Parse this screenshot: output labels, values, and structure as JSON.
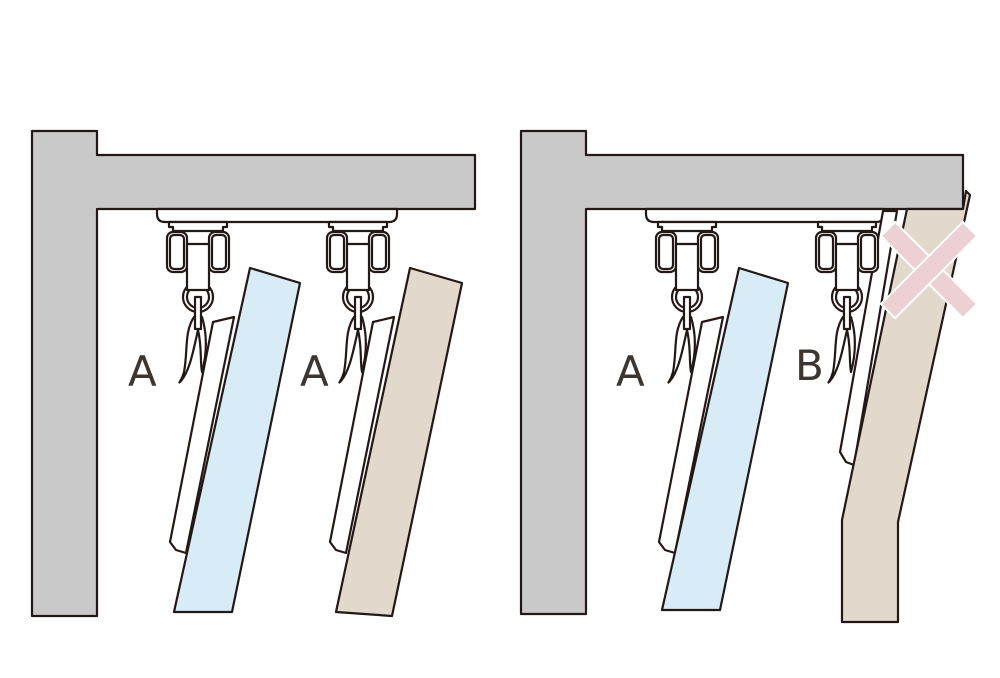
{
  "diagram": {
    "left_panel": {
      "labels": [
        "A",
        "A"
      ]
    },
    "right_panel": {
      "labels": [
        "A",
        "B"
      ],
      "mark": "x-mark"
    }
  },
  "colors": {
    "wall": "#c9c9c9",
    "curtain_blue": "#d8ecf7",
    "curtain_beige": "#e2d8cc",
    "outline": "#231815",
    "x_mark": "#ecd0d3",
    "label": "#3d3530"
  }
}
